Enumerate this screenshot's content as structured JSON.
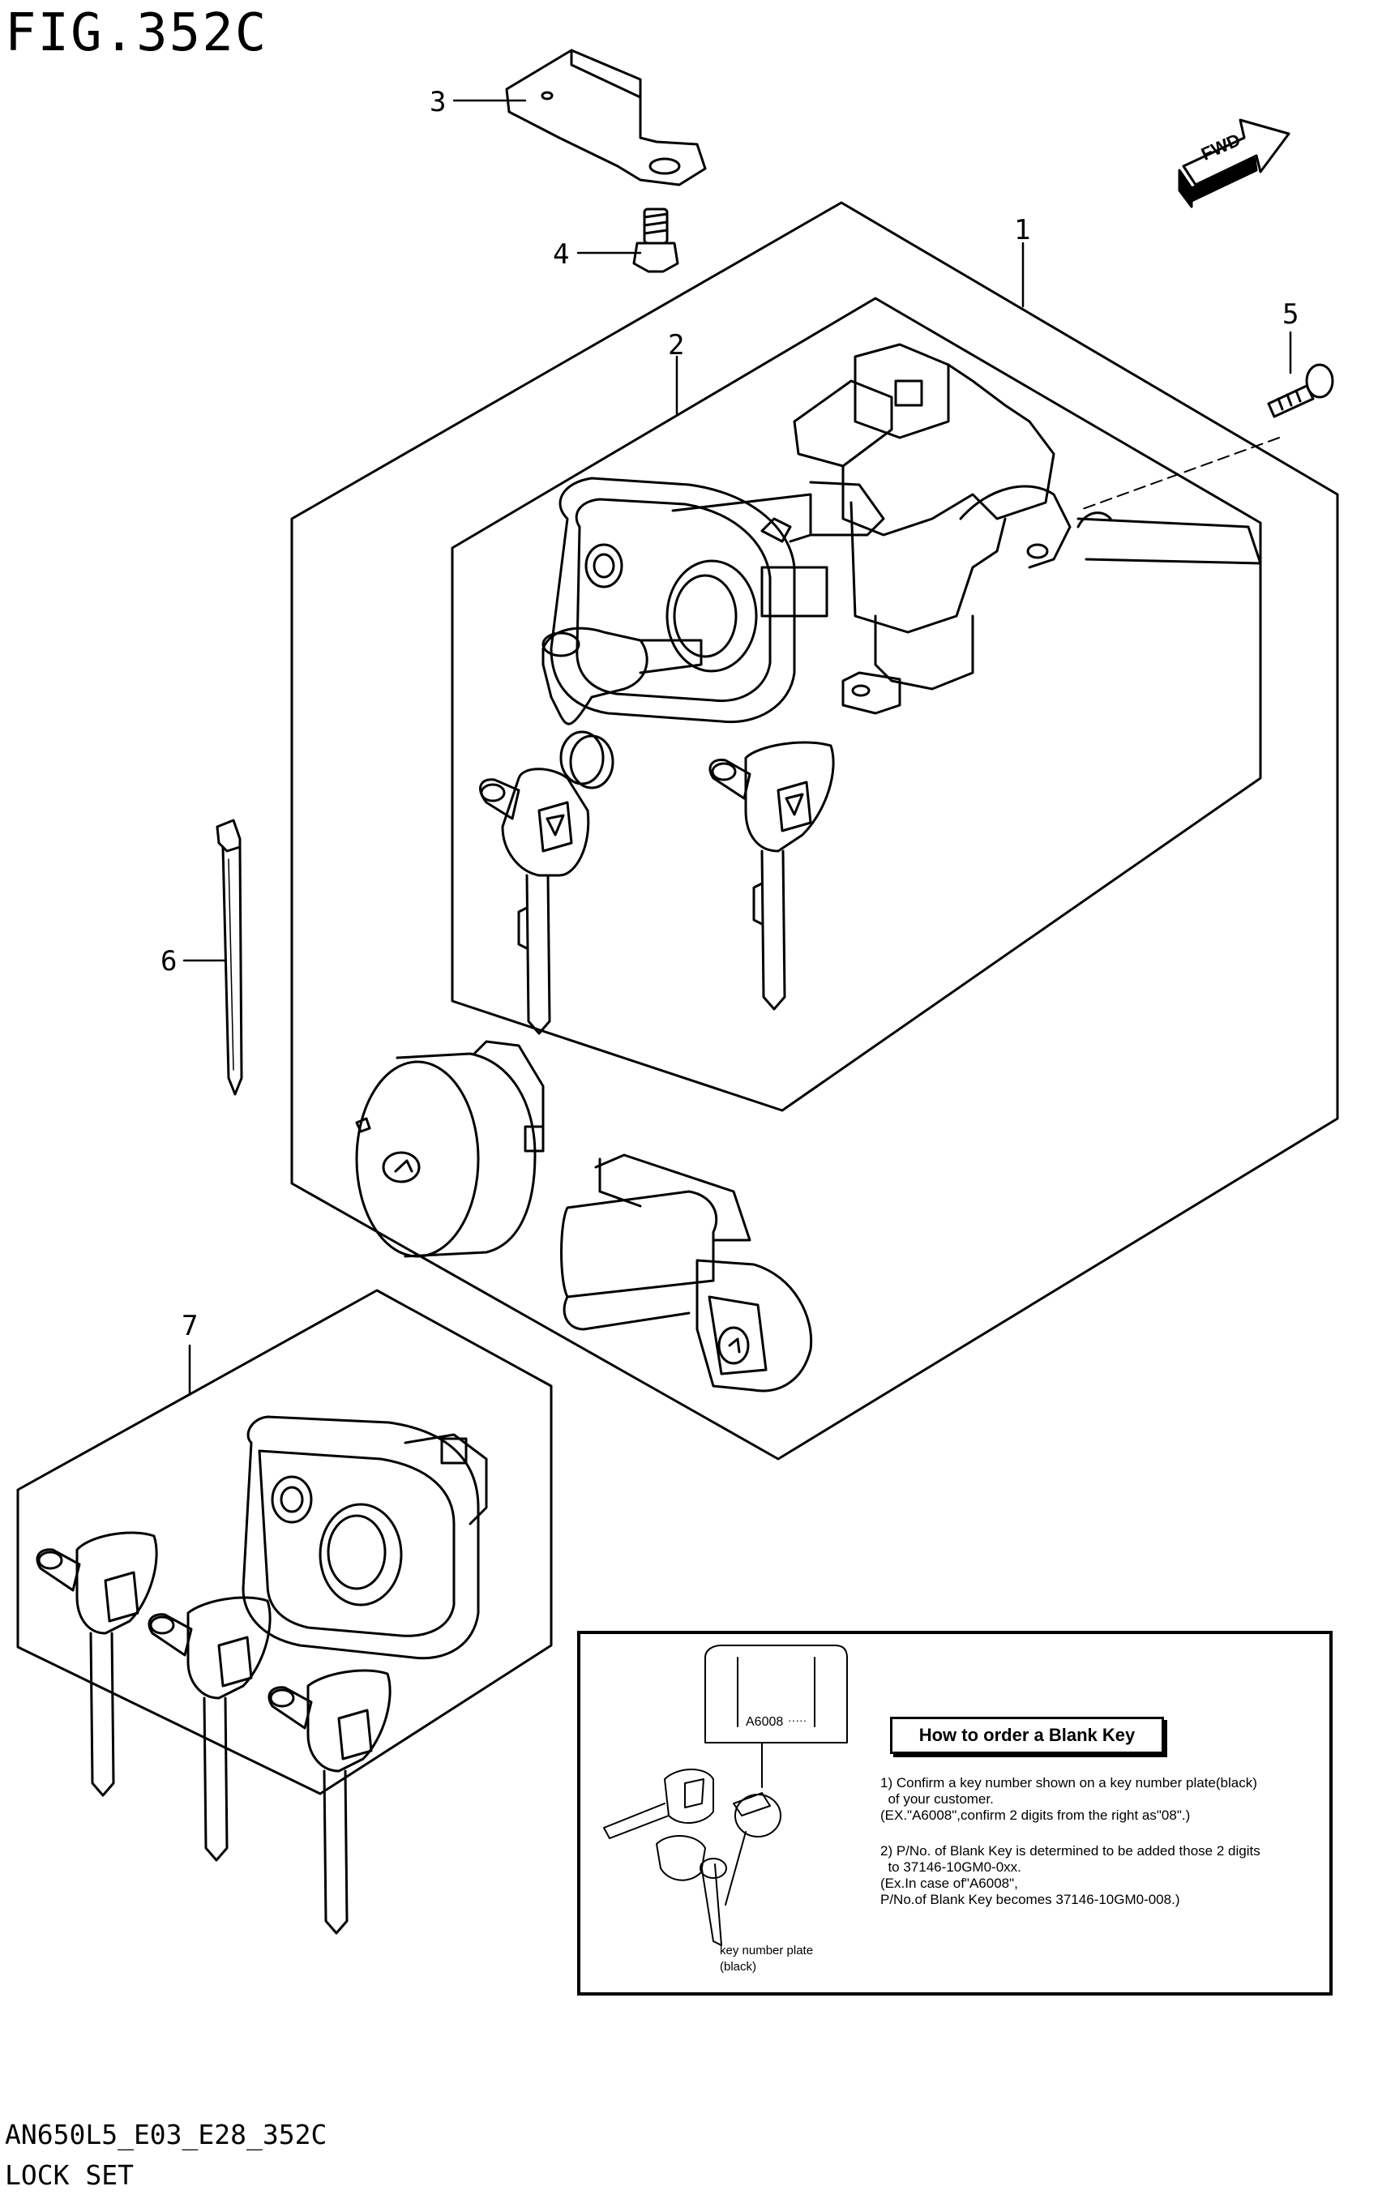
{
  "figure": {
    "title": "FIG.352C",
    "model_code": "AN650L5_E03_E28_352C",
    "section_name": "LOCK SET"
  },
  "direction_badge": {
    "label": "FWD"
  },
  "callouts": [
    "1",
    "2",
    "3",
    "4",
    "5",
    "6",
    "7"
  ],
  "blank_key_note": {
    "heading": "How to order a Blank Key",
    "plate_code": "A6008",
    "plate_caption_line1": "key number plate",
    "plate_caption_line2": "(black)",
    "lines": [
      "1) Confirm a key number shown on a key number plate(black)",
      "  of your customer.",
      "(EX.\"A6008\",confirm 2 digits from the right as\"08\".)",
      "2) P/No. of Blank Key is determined to be added those 2 digits",
      "  to 37146-10GM0-0xx.",
      "(Ex.In case of\"A6008\",",
      "P/No.of Blank Key becomes 37146-10GM0-008.)"
    ]
  }
}
